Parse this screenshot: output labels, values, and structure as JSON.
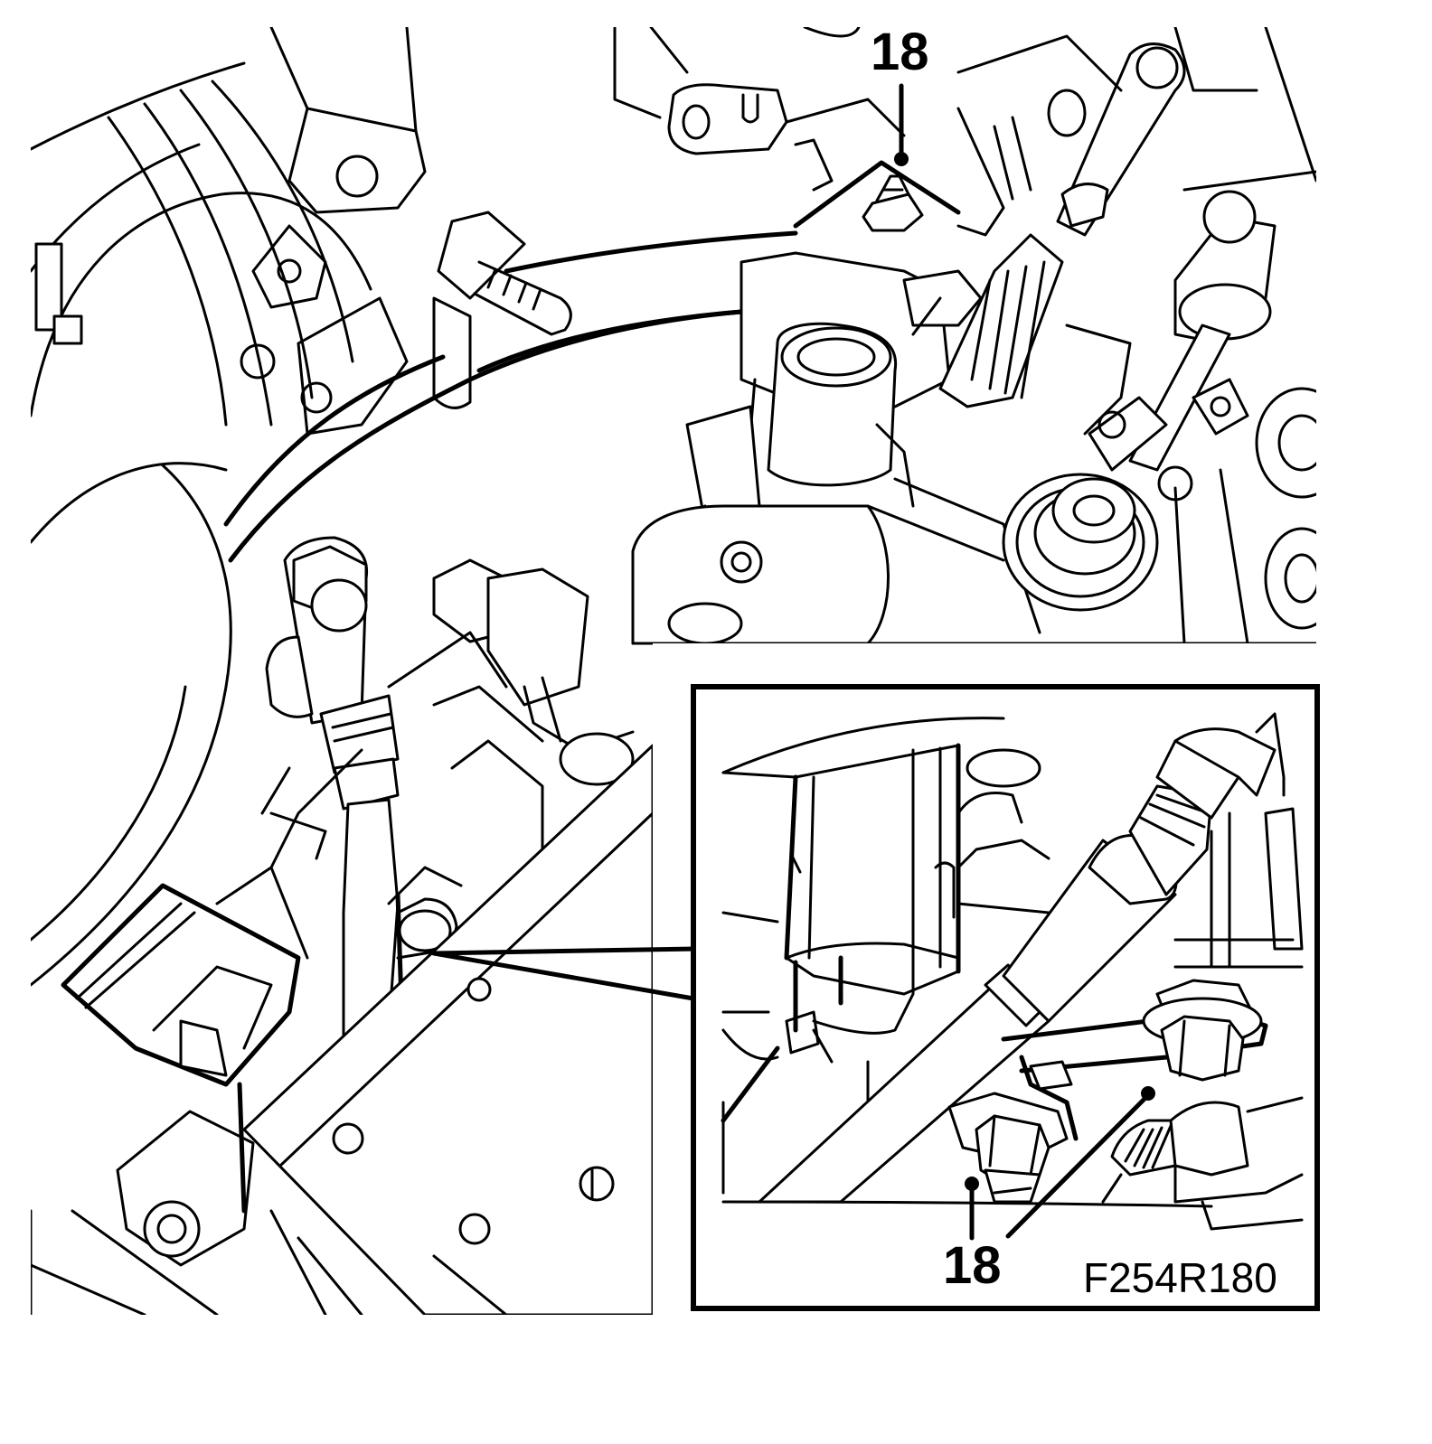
{
  "labels": {
    "callout_top": "18",
    "callout_inset": "18",
    "figure_code": "F254R180"
  }
}
